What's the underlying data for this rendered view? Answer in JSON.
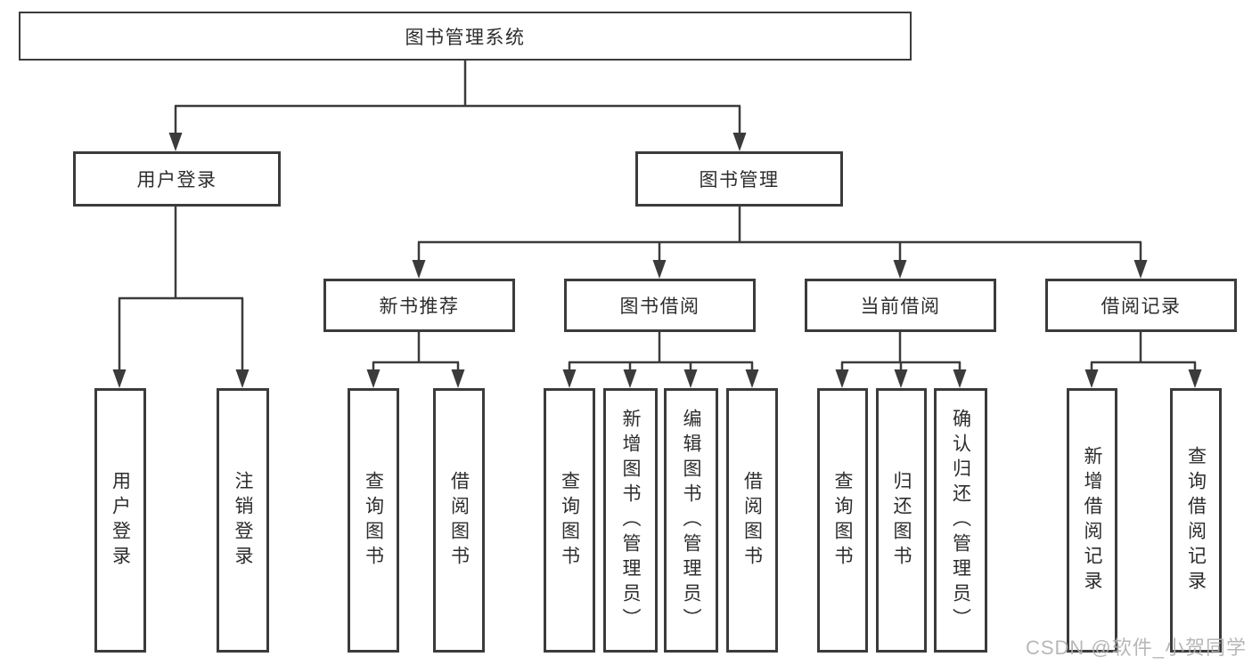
{
  "diagram": {
    "root": {
      "label": "图书管理系统"
    },
    "branches": [
      {
        "label": "用户登录",
        "children": [
          {
            "label": "用户登录"
          },
          {
            "label": "注销登录"
          }
        ]
      },
      {
        "label": "图书管理",
        "children": [
          {
            "label": "新书推荐",
            "children": [
              {
                "label": "查询图书"
              },
              {
                "label": "借阅图书"
              }
            ]
          },
          {
            "label": "图书借阅",
            "children": [
              {
                "label": "查询图书"
              },
              {
                "label": "新增图书（管理员）"
              },
              {
                "label": "编辑图书（管理员）"
              },
              {
                "label": "借阅图书"
              }
            ]
          },
          {
            "label": "当前借阅",
            "children": [
              {
                "label": "查询图书"
              },
              {
                "label": "归还图书"
              },
              {
                "label": "确认归还（管理员）"
              }
            ]
          },
          {
            "label": "借阅记录",
            "children": [
              {
                "label": "新增借阅记录"
              },
              {
                "label": "查询借阅记录"
              }
            ]
          }
        ]
      }
    ]
  },
  "watermark": {
    "text": "CSDN @软件_小贺同学"
  },
  "colors": {
    "line": "#3b3b3b",
    "text": "#2d2d2d",
    "background": "#ffffff",
    "watermark": "#b0b0b0"
  }
}
